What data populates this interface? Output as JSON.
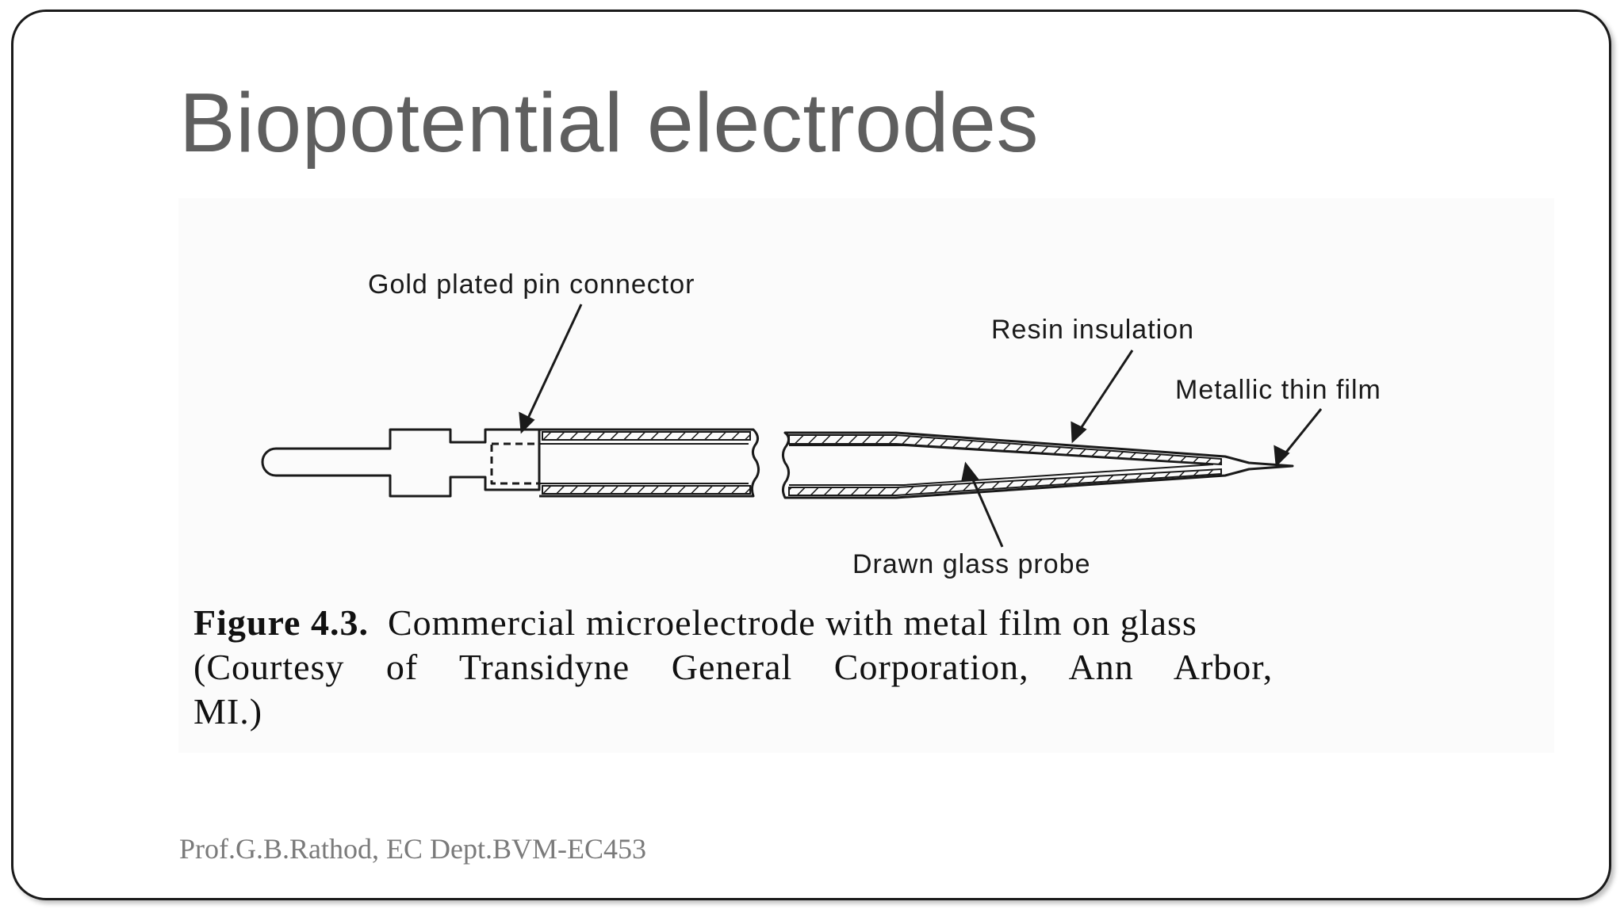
{
  "slide": {
    "title": "Biopotential electrodes",
    "footer": "Prof.G.B.Rathod, EC Dept.BVM-EC453"
  },
  "diagram": {
    "labels": {
      "pin_connector": "Gold plated pin connector",
      "resin_insulation": "Resin insulation",
      "metallic_film": "Metallic thin film",
      "glass_probe": "Drawn glass probe"
    }
  },
  "caption": {
    "figure_number": "Figure 4.3.",
    "line1": "Commercial microelectrode with metal film on glass",
    "line2": "(Courtesy of Transidyne General Corporation, Ann Arbor,",
    "line3": "MI.)"
  },
  "colors": {
    "title": "#5f5f5f",
    "footer": "#7a7a7a",
    "ink": "#1a1a1a",
    "frame": "#1a1a1a"
  }
}
